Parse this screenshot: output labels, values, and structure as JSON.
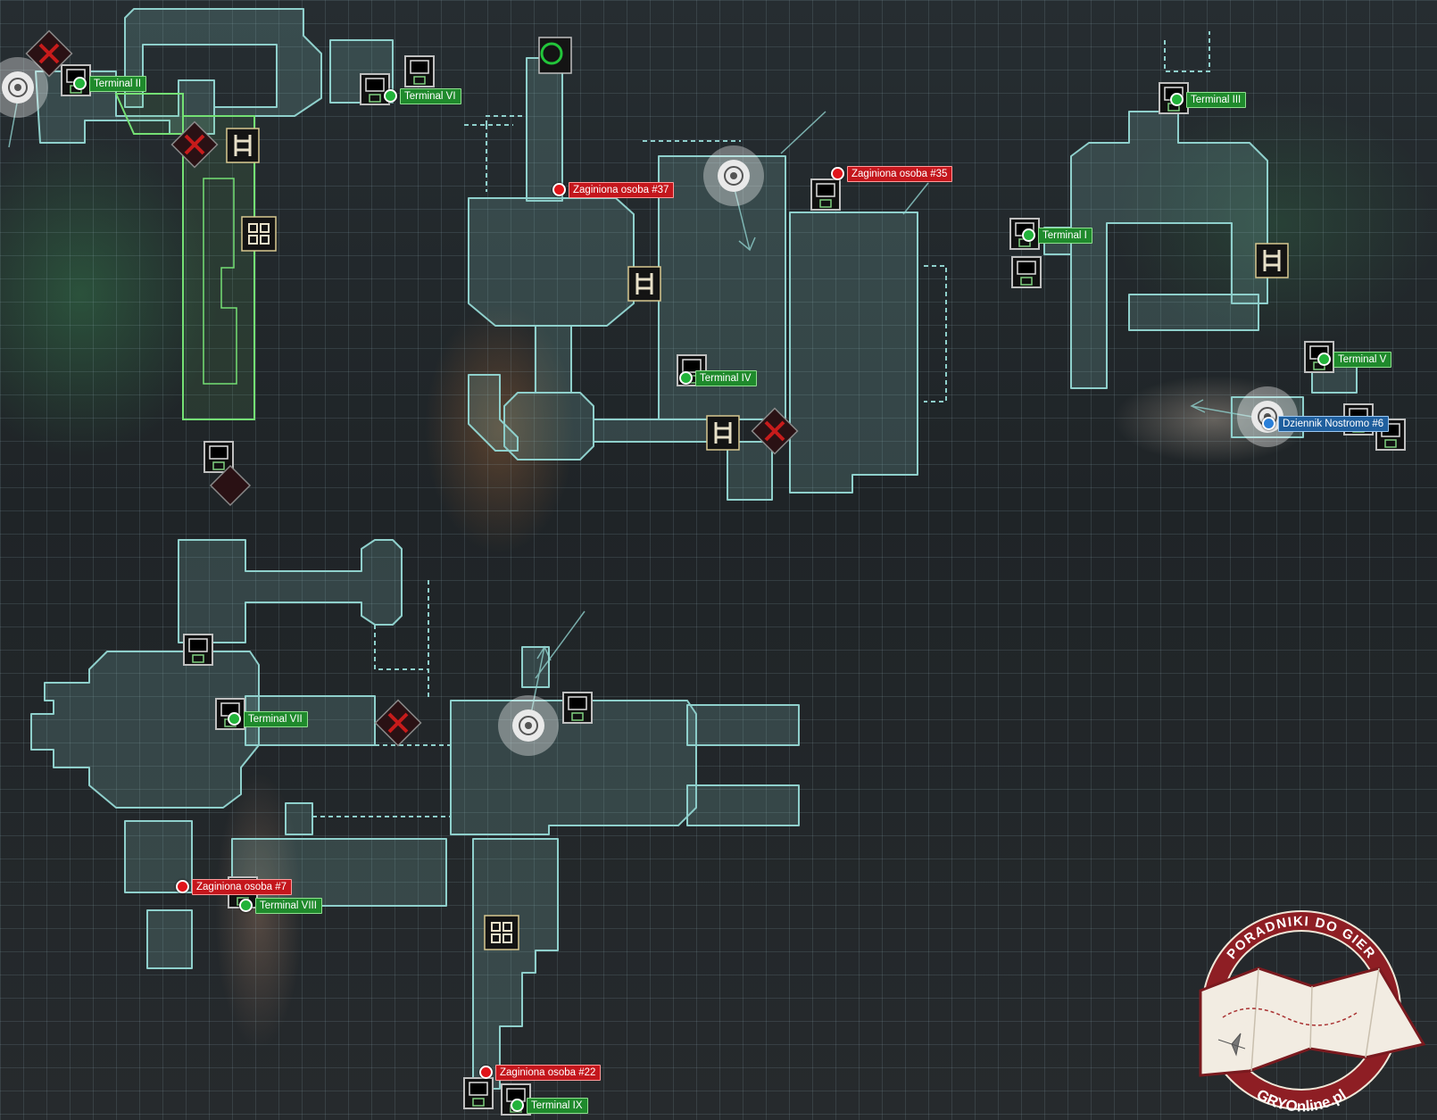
{
  "map": {
    "markers": {
      "terminals": [
        {
          "label": "Terminal II"
        },
        {
          "label": "Terminal VI"
        },
        {
          "label": "Terminal III"
        },
        {
          "label": "Terminal I"
        },
        {
          "label": "Terminal IV"
        },
        {
          "label": "Terminal V"
        },
        {
          "label": "Terminal VII"
        },
        {
          "label": "Terminal VIII"
        },
        {
          "label": "Terminal IX"
        }
      ],
      "missing_persons": [
        {
          "label": "Zaginiona osoba #37"
        },
        {
          "label": "Zaginiona osoba #35"
        },
        {
          "label": "Zaginiona osoba #7"
        },
        {
          "label": "Zaginiona osoba #22"
        }
      ],
      "logs": [
        {
          "label": "Dziennik Nostromo #6"
        }
      ]
    },
    "colors": {
      "terminal": "#1f8a2c",
      "missing_person": "#c4161c",
      "log": "#1f5f9e",
      "room_fill": "#7fb9b8",
      "room_stroke": "#8fd0cc",
      "highlight_stroke": "#74e074"
    },
    "icons": [
      "save-station-icon",
      "ladder-icon",
      "locked-door-icon",
      "vent-icon",
      "objective-icon",
      "elevator-icon"
    ]
  },
  "watermark": {
    "top_text": "PORADNIKI DO GIER",
    "bottom_text": "GRYOnline.pl"
  }
}
